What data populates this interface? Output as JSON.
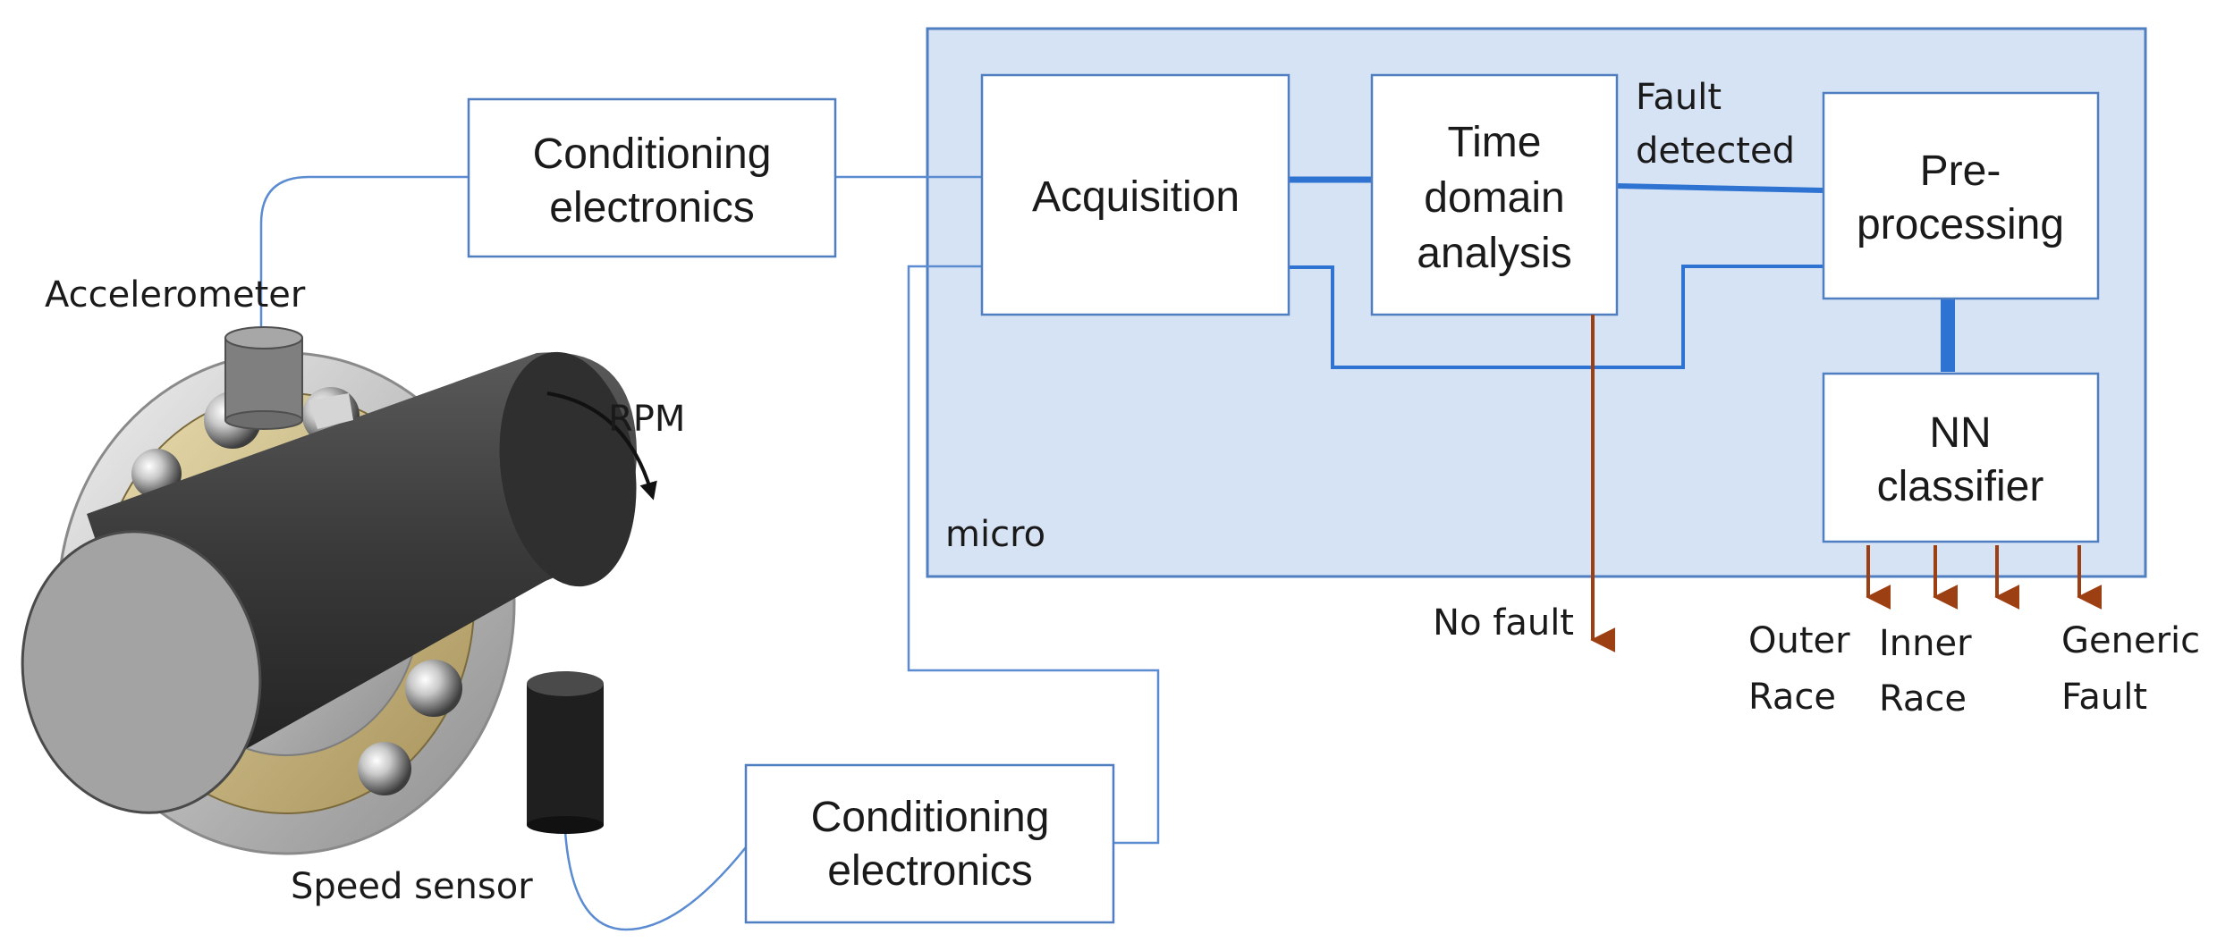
{
  "colors": {
    "micro_fill": "#d6e3f4",
    "box_stroke": "#4f7fc0",
    "thin_line": "#5b8bd0",
    "thick_line": "#2f73d2",
    "fault_arrow": "#9c3f12"
  },
  "blocks": {
    "conditioning_top": [
      "Conditioning",
      "electronics"
    ],
    "conditioning_bottom": [
      "Conditioning",
      "electronics"
    ],
    "acquisition": "Acquisition",
    "time_domain": [
      "Time",
      "domain",
      "analysis"
    ],
    "preprocessing": [
      "Pre-",
      "processing"
    ],
    "nn_classifier": [
      "NN",
      "classifier"
    ]
  },
  "labels": {
    "micro": "micro",
    "fault_detected": [
      "Fault",
      "detected"
    ],
    "no_fault": "No fault",
    "accelerometer": "Accelerometer",
    "speed_sensor": "Speed sensor",
    "rpm": "RPM"
  },
  "outputs": [
    [
      "Outer",
      "Race"
    ],
    [
      "Inner",
      "Race"
    ],
    [
      "Generic",
      "Fault"
    ]
  ]
}
